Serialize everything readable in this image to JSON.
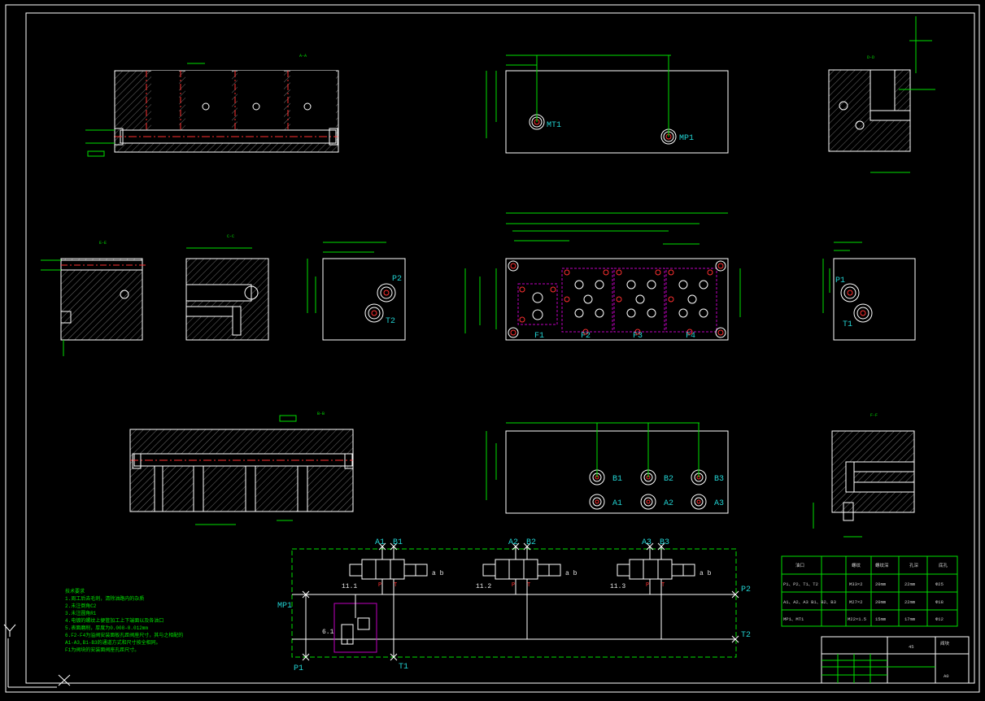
{
  "colors": {
    "background": "#000000",
    "outline": "#ffffff",
    "dimension": "#00e000",
    "centerline": "#ff3030",
    "label": "#22d3d3",
    "hidden": "#c000c0",
    "valve_port": "#ff3030"
  },
  "ports_top": {
    "mt1": "MT1",
    "mp1": "MP1"
  },
  "ports_side_left": {
    "p2": "P2",
    "t2": "T2"
  },
  "ports_side_right": {
    "p1": "P1",
    "t1": "T1"
  },
  "main_view": {
    "f1": "F1",
    "f2": "F2",
    "f3": "F3",
    "f4": "F4"
  },
  "bottom_view": {
    "b1": "B1",
    "b2": "B2",
    "b3": "B3",
    "a1": "A1",
    "a2": "A2",
    "a3": "A3"
  },
  "schematic": {
    "a1": "A1",
    "b1": "B1",
    "a2": "A2",
    "b2": "B2",
    "a3": "A3",
    "b3": "B3",
    "v1": "11.1",
    "v2": "11.2",
    "v3": "11.3",
    "v4": "6.1",
    "p2": "P2",
    "t2": "T2",
    "mp1": "MP1",
    "p1": "P1",
    "t1": "T1",
    "ab": "a b",
    "p": "P",
    "t": "T"
  },
  "section_titles": {
    "aa": "A-A",
    "bb": "B-B",
    "cc": "C-C",
    "dd": "D-D",
    "ee": "E-E",
    "ff": "F-F"
  },
  "notes": [
    "技术要求",
    "1.周工后去毛刺，清除油路内的杂质",
    "2.未注倒角C2",
    "3.未注圆角R1",
    "4.电镀的螺纹上便管加工上下端面以及各油口",
    "5.表面磨削，厚度为0.008-0.012mm",
    "6.F2-F4为溢阀安装面板孔距阀座尺寸，其与之相配的",
    "A1-A3,B1-B3的通道方式和尺寸按全相同。",
    "F1为阀块的安装面阀座孔距尺寸。"
  ],
  "port_table": {
    "headers": [
      "油口",
      "螺纹",
      "螺纹深",
      "孔深",
      "底孔"
    ],
    "rows": [
      [
        "P1、P2、T1、T2",
        "M33×2",
        "20mm",
        "22mm",
        "Φ25"
      ],
      [
        "A1、A2、A3\nB1、B2、B3",
        "M27×2",
        "20mm",
        "22mm",
        "Φ18"
      ],
      [
        "MP1、MT1",
        "M22×1.5",
        "15mm",
        "17mm",
        "Φ12"
      ]
    ]
  },
  "title_block": {
    "material": "45",
    "name": "阀块",
    "size": "A0"
  }
}
